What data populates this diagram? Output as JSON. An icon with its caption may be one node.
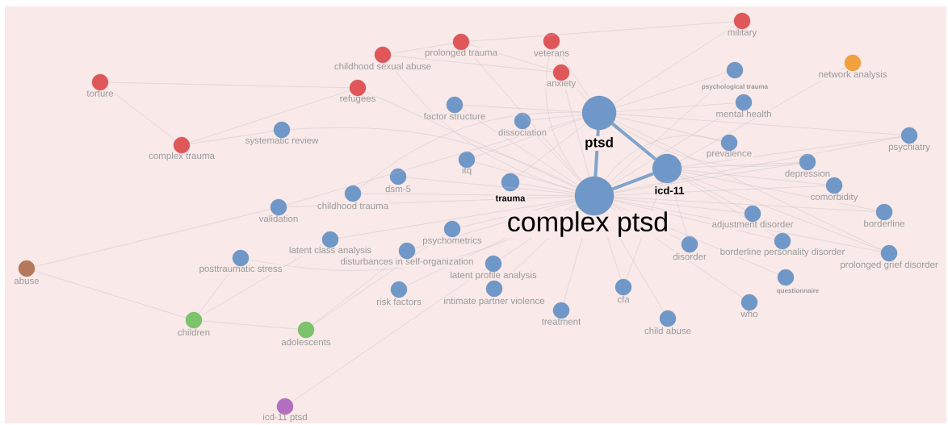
{
  "diagram": {
    "nodes": [
      {
        "text": [
          "complex ptsd"
        ]
      },
      {
        "text": [
          "ptsd"
        ]
      },
      {
        "text": [
          "icd-11"
        ]
      },
      {
        "text": [
          "trauma"
        ]
      },
      {
        "text": [
          "military"
        ]
      },
      {
        "text": [
          "prolonged trauma"
        ]
      },
      {
        "text": [
          "childhood sexual abuse"
        ]
      },
      {
        "text": [
          "veterans"
        ]
      },
      {
        "text": [
          "anxiety"
        ]
      },
      {
        "text": [
          "torture"
        ]
      },
      {
        "text": [
          "refugees"
        ]
      },
      {
        "text": [
          "complex trauma"
        ]
      },
      {
        "text": [
          "network analysis"
        ]
      },
      {
        "text": [
          "psychological trauma"
        ]
      },
      {
        "text": [
          "factor structure"
        ]
      },
      {
        "text": [
          "dissociation"
        ]
      },
      {
        "text": [
          "mental health"
        ]
      },
      {
        "text": [
          "systematic review"
        ]
      },
      {
        "text": [
          "prevalence"
        ]
      },
      {
        "text": [
          "psychiatry"
        ]
      },
      {
        "text": [
          "itq"
        ]
      },
      {
        "text": [
          "depression"
        ]
      },
      {
        "text": [
          "dsm-5"
        ]
      },
      {
        "text": [
          "childhood trauma"
        ]
      },
      {
        "text": [
          "comorbidity"
        ]
      },
      {
        "text": [
          "validation"
        ]
      },
      {
        "text": [
          "adjustment disorder"
        ]
      },
      {
        "text": [
          "borderline"
        ]
      },
      {
        "text": [
          "latent class analysis"
        ]
      },
      {
        "text": [
          "psychometrics"
        ]
      },
      {
        "text": [
          "disturbances in self-organization"
        ]
      },
      {
        "text": [
          "disorder"
        ]
      },
      {
        "text": [
          "borderline personality disorder"
        ]
      },
      {
        "text": [
          "prolonged grief disorder"
        ]
      },
      {
        "text": [
          "posttraumatic stress"
        ]
      },
      {
        "text": [
          "latent profile analysis"
        ]
      },
      {
        "text": [
          "abuse"
        ]
      },
      {
        "text": [
          "questionnaire"
        ]
      },
      {
        "text": [
          "risk factors"
        ]
      },
      {
        "text": [
          "intimate partner violence"
        ]
      },
      {
        "text": [
          "cfa"
        ]
      },
      {
        "text": [
          "treatment"
        ]
      },
      {
        "text": [
          "who"
        ]
      },
      {
        "text": [
          "child abuse"
        ]
      },
      {
        "text": [
          "children"
        ]
      },
      {
        "text": [
          "adolescents"
        ]
      },
      {
        "text": [
          "icd-11 ptsd"
        ]
      }
    ],
    "edges": [
      {
        "from": 1,
        "to": 0,
        "arrow": "none",
        "style": "thick",
        "color": "#7fa3cc"
      },
      {
        "from": 1,
        "to": 2,
        "arrow": "none",
        "style": "thick",
        "color": "#7fa3cc"
      },
      {
        "from": 0,
        "to": 2,
        "arrow": "none",
        "style": "thick",
        "color": "#7fa3cc"
      },
      {
        "from": 0,
        "to": 3,
        "arrow": "none"
      },
      {
        "from": 0,
        "to": 5,
        "arrow": "none"
      },
      {
        "from": 0,
        "to": 6,
        "arrow": "none"
      },
      {
        "from": 0,
        "to": 7,
        "arrow": "none"
      },
      {
        "from": 0,
        "to": 8,
        "arrow": "none"
      },
      {
        "from": 0,
        "to": 10,
        "arrow": "none"
      },
      {
        "from": 0,
        "to": 13,
        "arrow": "none"
      },
      {
        "from": 0,
        "to": 14,
        "arrow": "none"
      },
      {
        "from": 0,
        "to": 15,
        "arrow": "none"
      },
      {
        "from": 0,
        "to": 16,
        "arrow": "none"
      },
      {
        "from": 0,
        "to": 17,
        "arrow": "none"
      },
      {
        "from": 0,
        "to": 18,
        "arrow": "none"
      },
      {
        "from": 0,
        "to": 19,
        "arrow": "none"
      },
      {
        "from": 0,
        "to": 20,
        "arrow": "none"
      },
      {
        "from": 0,
        "to": 21,
        "arrow": "none"
      },
      {
        "from": 0,
        "to": 22,
        "arrow": "none"
      },
      {
        "from": 0,
        "to": 23,
        "arrow": "none"
      },
      {
        "from": 0,
        "to": 24,
        "arrow": "none"
      },
      {
        "from": 0,
        "to": 25,
        "arrow": "none"
      },
      {
        "from": 0,
        "to": 26,
        "arrow": "none"
      },
      {
        "from": 0,
        "to": 27,
        "arrow": "none"
      },
      {
        "from": 0,
        "to": 28,
        "arrow": "none"
      },
      {
        "from": 0,
        "to": 29,
        "arrow": "none"
      },
      {
        "from": 0,
        "to": 30,
        "arrow": "none"
      },
      {
        "from": 0,
        "to": 31,
        "arrow": "none"
      },
      {
        "from": 0,
        "to": 32,
        "arrow": "none"
      },
      {
        "from": 0,
        "to": 33,
        "arrow": "none"
      },
      {
        "from": 0,
        "to": 34,
        "arrow": "none"
      },
      {
        "from": 0,
        "to": 35,
        "arrow": "none"
      },
      {
        "from": 0,
        "to": 37,
        "arrow": "none"
      },
      {
        "from": 0,
        "to": 38,
        "arrow": "none"
      },
      {
        "from": 0,
        "to": 39,
        "arrow": "none"
      },
      {
        "from": 0,
        "to": 40,
        "arrow": "none"
      },
      {
        "from": 0,
        "to": 41,
        "arrow": "none"
      },
      {
        "from": 0,
        "to": 42,
        "arrow": "none"
      },
      {
        "from": 0,
        "to": 43,
        "arrow": "none"
      },
      {
        "from": 1,
        "to": 4,
        "arrow": "none"
      },
      {
        "from": 1,
        "to": 7,
        "arrow": "none"
      },
      {
        "from": 1,
        "to": 8,
        "arrow": "none"
      },
      {
        "from": 1,
        "to": 14,
        "arrow": "none"
      },
      {
        "from": 1,
        "to": 15,
        "arrow": "none"
      },
      {
        "from": 1,
        "to": 16,
        "arrow": "none"
      },
      {
        "from": 1,
        "to": 18,
        "arrow": "none"
      },
      {
        "from": 1,
        "to": 19,
        "arrow": "none"
      },
      {
        "from": 1,
        "to": 20,
        "arrow": "none"
      },
      {
        "from": 1,
        "to": 21,
        "arrow": "none"
      },
      {
        "from": 1,
        "to": 23,
        "arrow": "none"
      },
      {
        "from": 1,
        "to": 25,
        "arrow": "none"
      },
      {
        "from": 1,
        "to": 33,
        "arrow": "none"
      },
      {
        "from": 1,
        "to": 3,
        "arrow": "none"
      },
      {
        "from": 1,
        "to": 13,
        "arrow": "none"
      },
      {
        "from": 2,
        "to": 21,
        "arrow": "none"
      },
      {
        "from": 2,
        "to": 24,
        "arrow": "none"
      },
      {
        "from": 2,
        "to": 26,
        "arrow": "none"
      },
      {
        "from": 2,
        "to": 27,
        "arrow": "none"
      },
      {
        "from": 2,
        "to": 31,
        "arrow": "none"
      },
      {
        "from": 2,
        "to": 32,
        "arrow": "none"
      },
      {
        "from": 2,
        "to": 33,
        "arrow": "none"
      },
      {
        "from": 2,
        "to": 19,
        "arrow": "none"
      },
      {
        "from": 2,
        "to": 40,
        "arrow": "none"
      },
      {
        "from": 2,
        "to": 12,
        "arrow": "none"
      },
      {
        "from": 9,
        "to": 10,
        "arrow": "none"
      },
      {
        "from": 9,
        "to": 11,
        "arrow": "none"
      },
      {
        "from": 11,
        "to": 10,
        "arrow": "none"
      },
      {
        "from": 11,
        "to": 17,
        "arrow": "none"
      },
      {
        "from": 6,
        "to": 5,
        "arrow": "none"
      },
      {
        "from": 5,
        "to": 4,
        "arrow": "none"
      },
      {
        "from": 5,
        "to": 8,
        "arrow": "none"
      },
      {
        "from": 6,
        "to": 8,
        "arrow": "none"
      },
      {
        "from": 36,
        "to": 25,
        "arrow": "none"
      },
      {
        "from": 36,
        "to": 44,
        "arrow": "none"
      },
      {
        "from": 44,
        "to": 45,
        "arrow": "none"
      },
      {
        "from": 44,
        "to": 34,
        "arrow": "none"
      },
      {
        "from": 44,
        "to": 28,
        "arrow": "none"
      },
      {
        "from": 45,
        "to": 30,
        "arrow": "none"
      },
      {
        "from": 45,
        "to": 29,
        "arrow": "none"
      },
      {
        "from": 46,
        "to": 35,
        "arrow": "none"
      }
    ]
  }
}
